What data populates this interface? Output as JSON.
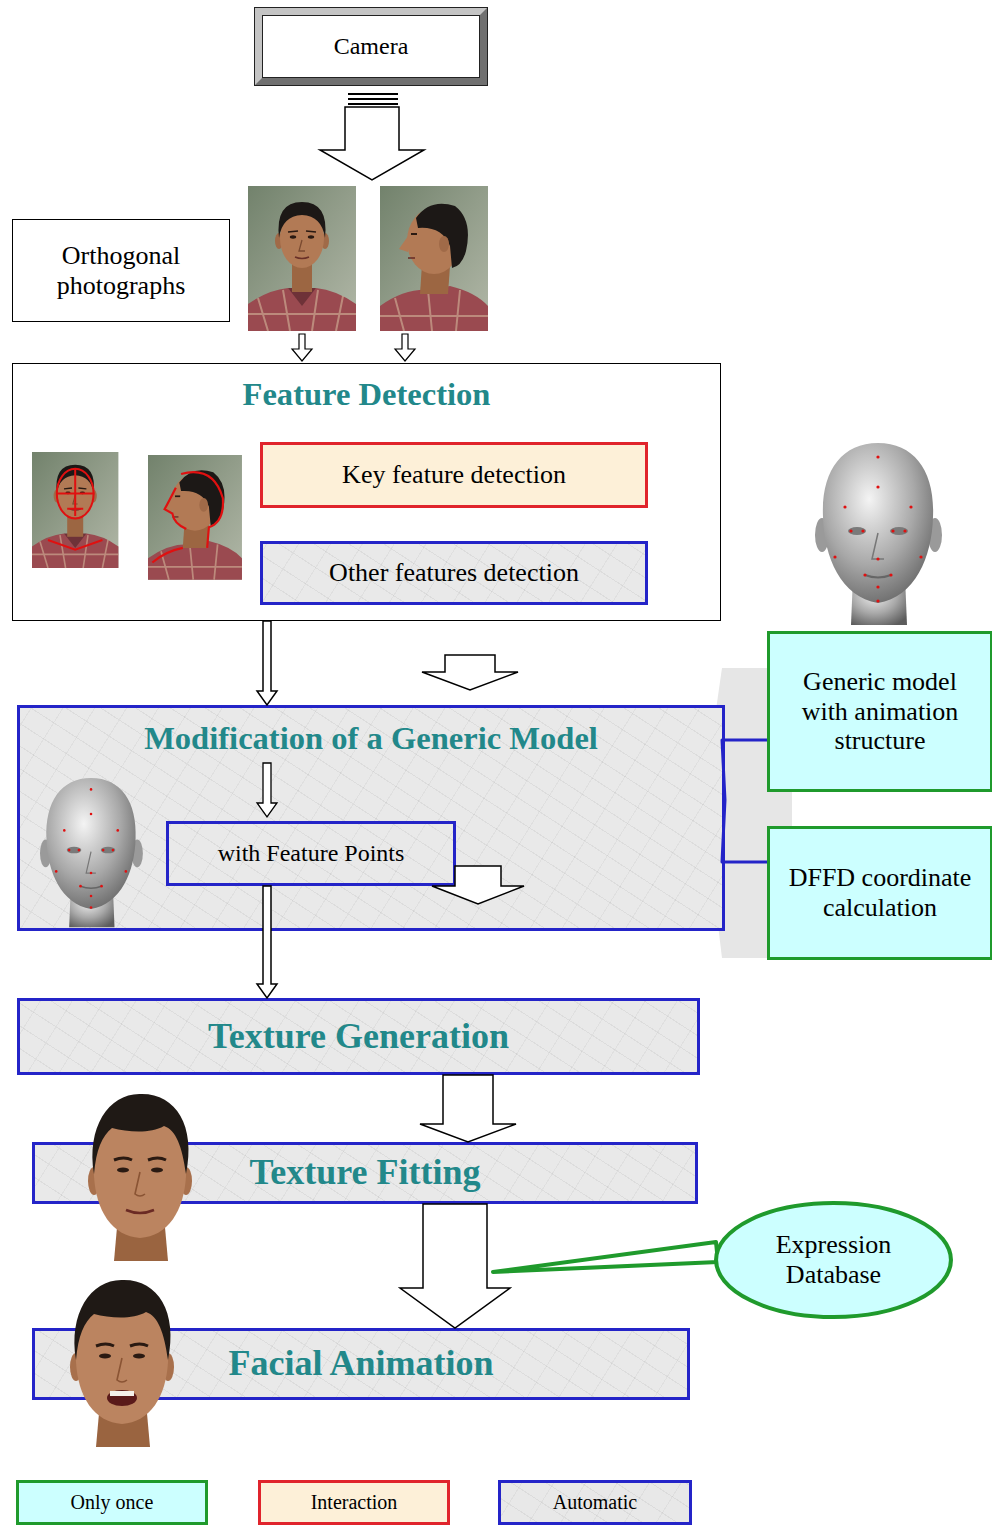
{
  "diagram": {
    "nodes": [
      {
        "text": [
          "Camera"
        ]
      },
      {
        "text": [
          "Orthogonal photographs"
        ]
      },
      {
        "text": [
          "Feature Detection"
        ]
      },
      {
        "text": [
          "Key feature detection"
        ],
        "in": 2
      },
      {
        "text": [
          "Other features detection"
        ],
        "in": 2
      },
      {
        "text": [
          "Generic model with animation structure"
        ]
      },
      {
        "text": [
          "Modification of a Generic Model"
        ]
      },
      {
        "text": [
          "with Feature Points"
        ],
        "in": 6
      },
      {
        "text": [
          "DFFD coordinate calculation"
        ]
      },
      {
        "text": [
          "Texture Generation"
        ]
      },
      {
        "text": [
          "Texture Fitting"
        ]
      },
      {
        "text": [
          "Expression Database"
        ]
      },
      {
        "text": [
          "Facial Animation"
        ]
      }
    ],
    "edges": [
      {
        "from": 2,
        "to": 6,
        "arrow": "to"
      },
      {
        "from": 7,
        "to": 9,
        "arrow": "to"
      },
      {
        "from": 5,
        "to": 6,
        "arrow": "none"
      },
      {
        "from": 8,
        "to": 6,
        "arrow": "none"
      },
      {
        "from": 9,
        "to": 10,
        "arrow": "to"
      },
      {
        "from": 10,
        "to": 12,
        "arrow": "to"
      }
    ],
    "legend": [
      {
        "text": "Only once",
        "color": "#ccffff"
      },
      {
        "text": "Interaction",
        "color": "#fdf0d8"
      },
      {
        "text": "Automatic",
        "color": "#e8e8e8"
      }
    ]
  }
}
